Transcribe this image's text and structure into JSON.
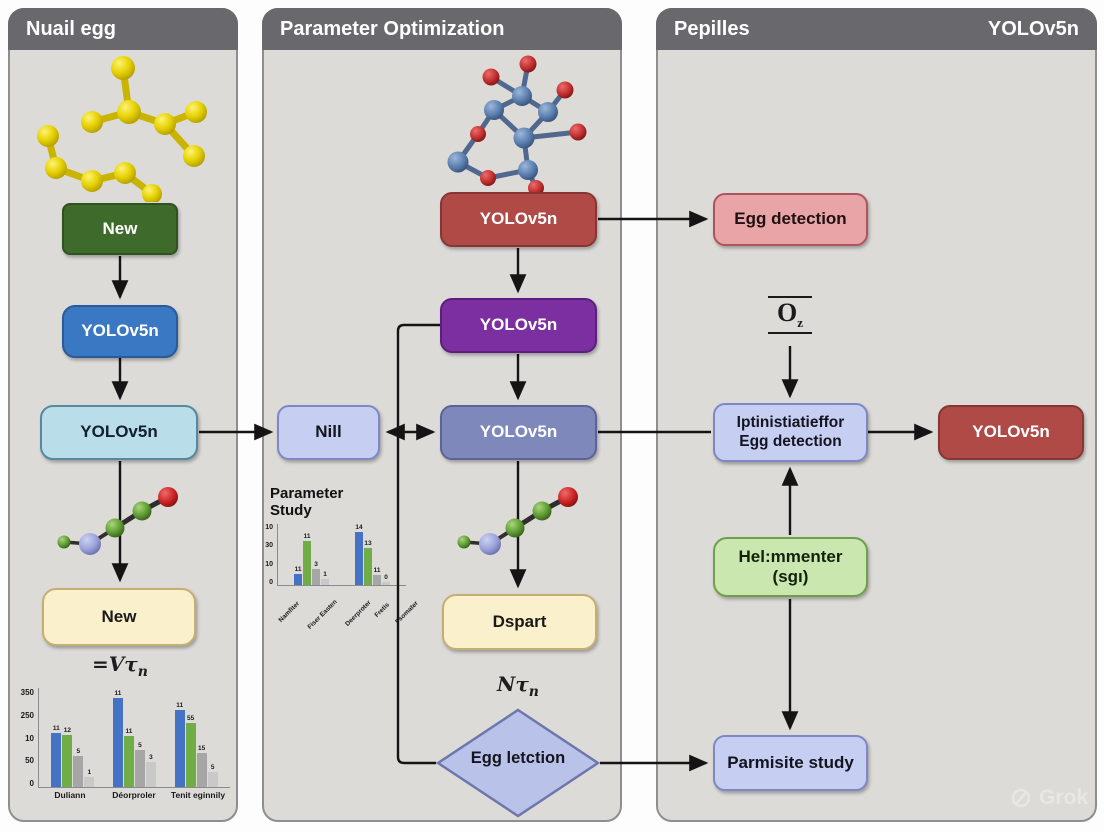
{
  "panels": {
    "left": {
      "title": "Nuail egg",
      "new_top": "New",
      "yolo_blue": "YOLOv5n",
      "yolo_light": "YOLOv5n",
      "new_bottom": "New",
      "formula": {
        "text": "=Vτ",
        "sub": "n"
      }
    },
    "middle": {
      "title": "Parameter Optimization",
      "yolo_red": "YOLOv5n",
      "yolo_purple": "YOLOv5n",
      "yolo_slate": "YOLOv5n",
      "nill": "Nill",
      "study_title_line1": "Parameter",
      "study_title_line2": "Study",
      "dspart": "Dspart",
      "formula": {
        "text": "Nτ",
        "sub": "n"
      },
      "diamond": "Egg letction"
    },
    "right": {
      "title": "Pepilles",
      "title_right": "YOLOv5n",
      "egg_detection": "Egg detection",
      "o2": {
        "main": "O",
        "sub": "z"
      },
      "optimize_line1": "Iptinistiatieffor",
      "optimize_line2": "Egg detection",
      "yolo_red": "YOLOv5n",
      "helm_line1": "Hel:mmenter",
      "helm_line2": "(sgı)",
      "parmisite": "Parmisite study"
    }
  },
  "watermark": {
    "logo_icon": "grok-circle-slash",
    "text": "Grok"
  },
  "colors": {
    "panel_bg": "#dcdbd8",
    "header_bg": "#69696d",
    "green_dark": "#3e6b2b",
    "blue": "#3b78c3",
    "light_blue": "#b9dde9",
    "cream": "#faf0cb",
    "red": "#b04a47",
    "purple": "#7b2fa0",
    "slate": "#7e88bb",
    "lavender": "#c6cff2",
    "pink": "#e9a4a8",
    "green_light": "#c9e7ae",
    "arrow": "#141414"
  },
  "chart_data": [
    {
      "id": "left-metrics",
      "type": "bar",
      "title": "",
      "y_ticks": [
        "350",
        "250",
        "10",
        "50",
        "0"
      ],
      "categories": [
        "Duliann",
        "Déorproler",
        "Tenit eginnily"
      ],
      "series": [
        {
          "name": "series-blue",
          "color": "#4472c4",
          "labels": [
            "11",
            "11",
            "11"
          ],
          "heights": [
            0.55,
            0.9,
            0.78
          ]
        },
        {
          "name": "series-green",
          "color": "#70ad47",
          "labels": [
            "12",
            "11",
            "55"
          ],
          "heights": [
            0.53,
            0.52,
            0.65
          ]
        },
        {
          "name": "series-gray",
          "color": "#a6a6a6",
          "labels": [
            "5",
            "5",
            "15"
          ],
          "heights": [
            0.31,
            0.37,
            0.34
          ]
        },
        {
          "name": "series-lightgray",
          "color": "#c9c9c9",
          "labels": [
            "1",
            "3",
            "5"
          ],
          "heights": [
            0.1,
            0.25,
            0.15
          ]
        }
      ],
      "x_label_rotated": false,
      "legend": "none",
      "grid": "off"
    },
    {
      "id": "parameter-study",
      "type": "bar",
      "title": "Parameter Study",
      "y_ticks": [
        "10",
        "30",
        "10",
        "0"
      ],
      "categories": [
        [
          "Namfiter",
          "Fiser Easten",
          "Deerproter"
        ],
        [
          "Fretis",
          "Fsomater"
        ]
      ],
      "series": [
        {
          "name": "series-blue",
          "color": "#4472c4",
          "labels": [
            "11",
            "14"
          ],
          "heights": [
            0.18,
            0.92
          ]
        },
        {
          "name": "series-green",
          "color": "#70ad47",
          "labels": [
            "11",
            "13"
          ],
          "heights": [
            0.72,
            0.6
          ]
        },
        {
          "name": "series-gray",
          "color": "#a6a6a6",
          "labels": [
            "3",
            "11"
          ],
          "heights": [
            0.27,
            0.16
          ]
        },
        {
          "name": "series-lightgray",
          "color": "#c9c9c9",
          "labels": [
            "1",
            "0"
          ],
          "heights": [
            0.1,
            0.05
          ]
        }
      ],
      "x_label_rotated": true,
      "legend": "none",
      "grid": "off"
    }
  ]
}
